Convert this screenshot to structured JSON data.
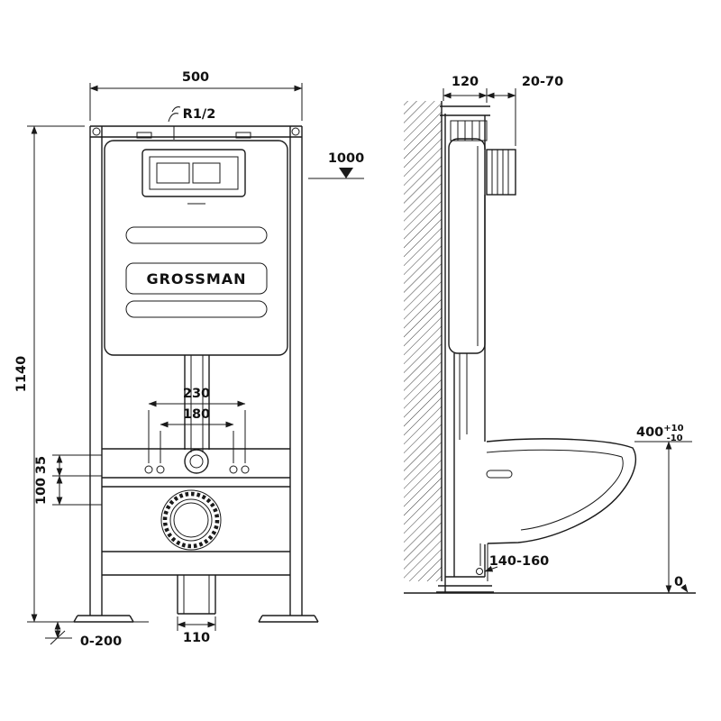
{
  "drawing": {
    "brand": "GROSSMAN",
    "front": {
      "width": "500",
      "height": "1140",
      "water_supply": "R1/2",
      "button_height": "1000",
      "fix_span_outer": "230",
      "fix_span_inner": "180",
      "offset_small": "35",
      "offset_large": "100",
      "outlet_width": "110",
      "leg_range": "0-200"
    },
    "side": {
      "frame_depth": "120",
      "plate_depth": "20-70",
      "bowl_height": "400",
      "bowl_tol_plus": "+10",
      "bowl_tol_minus": "-10",
      "drain_height": "140-160",
      "floor_level": "0"
    }
  }
}
